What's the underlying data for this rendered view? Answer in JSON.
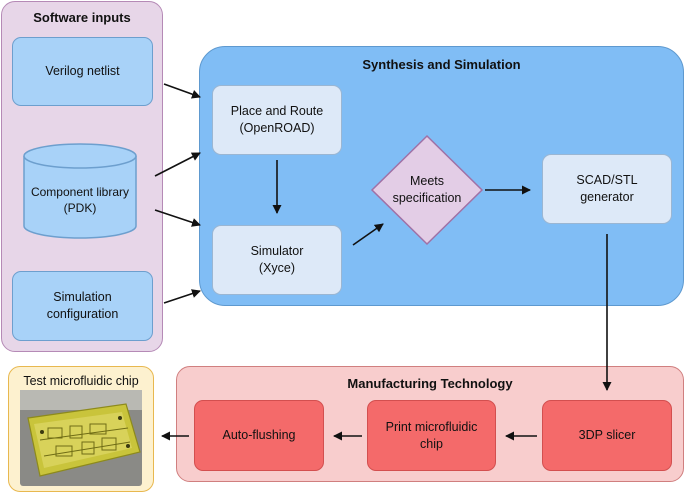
{
  "software_inputs": {
    "title": "Software inputs",
    "verilog": "Verilog netlist",
    "component_library": "Component library\n(PDK)",
    "sim_config": "Simulation\nconfiguration"
  },
  "synthesis": {
    "title": "Synthesis and Simulation",
    "place_route": "Place and Route\n(OpenROAD)",
    "simulator": "Simulator\n(Xyce)",
    "meets_spec": "Meets\nspecification",
    "scad_stl": "SCAD/STL\ngenerator"
  },
  "manufacturing": {
    "title": "Manufacturing Technology",
    "slicer": "3DP slicer",
    "print_chip": "Print microfluidic\nchip",
    "auto_flushing": "Auto-flushing"
  },
  "test_chip": {
    "title": "Test microfluidic chip"
  },
  "colors": {
    "inputs_bg": "#e7d6e8",
    "synthesis_bg": "#80bdf5",
    "manufacturing_bg": "#f8cdcd",
    "test_bg": "#fdf1cf",
    "diamond": "#e3cde6",
    "arrow": "#111111"
  }
}
